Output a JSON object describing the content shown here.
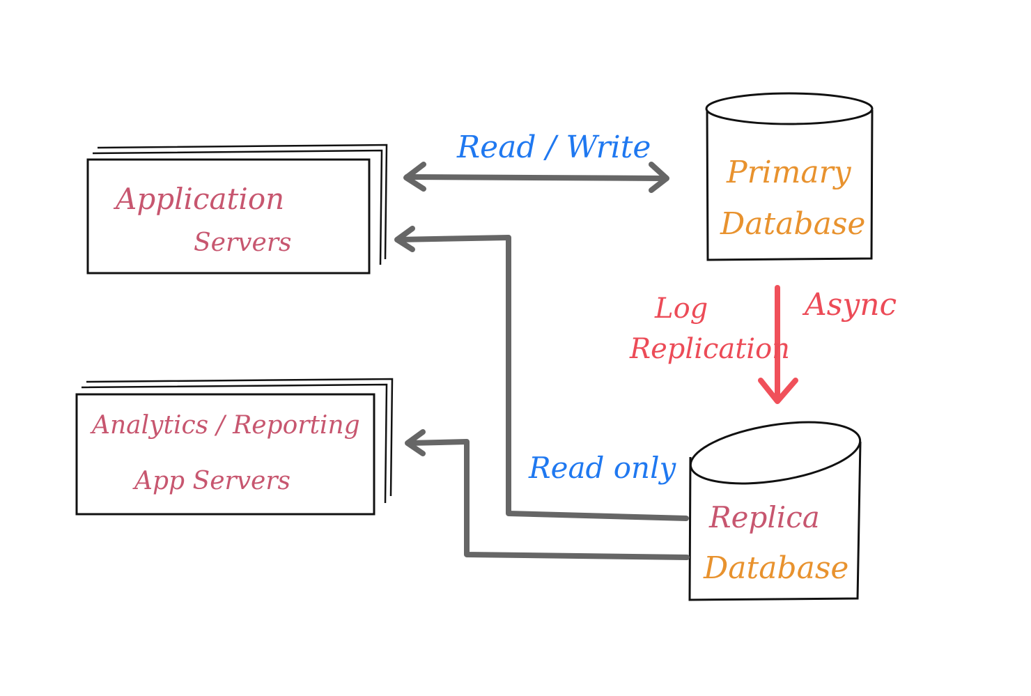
{
  "nodes": {
    "app_servers": {
      "line1": "Application",
      "line2": "Servers"
    },
    "analytics_servers": {
      "line1": "Analytics / Reporting",
      "line2": "App Servers"
    },
    "primary_db": {
      "line1": "Primary",
      "line2": "Database"
    },
    "replica_db": {
      "line1": "Replica",
      "line2": "Database"
    }
  },
  "edges": {
    "read_write": "Read / Write",
    "read_only": "Read only",
    "log_replication": {
      "line1": "Log",
      "line2": "Replication"
    },
    "async": "Async"
  },
  "colors": {
    "background": "#ffffff",
    "outline": "#111111",
    "arrow_gray": "#666666",
    "arrow_red": "#f0505a",
    "server_text": "#c7566f",
    "db_text": "#e8922e",
    "edge_blue": "#1f78f0",
    "edge_red": "#ec4b57"
  }
}
